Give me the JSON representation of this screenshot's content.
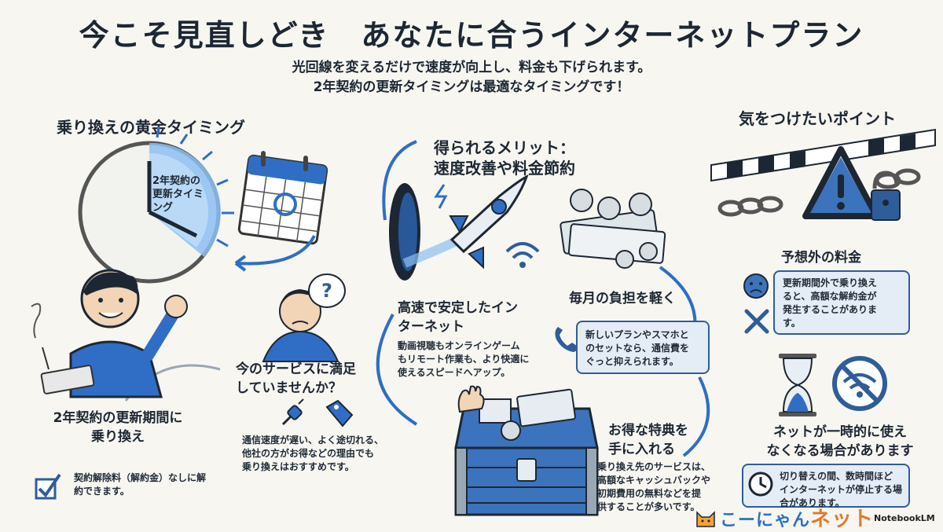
{
  "title": "今こそ見直しどき　あなたに合うインターネットプラン",
  "subtitle_lines": [
    "光回線を変えるだけで速度が向上し、料金も下げられます。",
    "2年契約の更新タイミングは最適なタイミングです！"
  ],
  "left": {
    "heading": "乗り換えの黄金タイミング",
    "clock_label": "2年契約の\n更新タイミ\nング",
    "q_mark": "?",
    "renewal_caption": "2年契約の更新期間に\n乗り換え",
    "dissatisfied_caption": "今のサービスに満足\nしていませんか？",
    "reason_text": "通信速度が遅い、よく途切れる、\n他社の方がお得などの理由でも\n乗り換えはおすすめです。",
    "check_text": "契約解除料（解約金）なしに解\n約できます。"
  },
  "center": {
    "heading": "得られるメリット：\n速度改善や料金節約",
    "speed_heading": "高速で安定したイン\nターネット",
    "speed_text": "動画視聴もオンラインゲーム\nもリモート作業も、より快適に\n使えるスピードへアップ。",
    "burden_heading": "毎月の負担を軽く",
    "burden_text": "新しいプランやスマホと\nのセットなら、通信費を\nぐっと抑えられます。",
    "perk_heading": "お得な特典を\n手に入れる",
    "perk_text": "乗り換え先のサービスは、\n高額なキャッシュバックや\n初期費用の無料などを提\n供することが多いです。"
  },
  "right": {
    "heading": "気をつけたいポイント",
    "fee_heading": "予想外の料金",
    "fee_text": "更新期間外で乗り換え\nると、高額な解約金が\n発生することがありま\nす。",
    "outage_heading": "ネットが一時的に使え\nなくなる場合があります",
    "outage_text": "切り替えの間、数時間ほど\nインターネットが停止する場\n合があります。"
  },
  "footer": {
    "brand_main": "こーにゃん",
    "brand_accent": "ネット",
    "notebooklm": "NotebookLM"
  },
  "colors": {
    "accent_blue": "#2f5d9a",
    "light_blue": "#4a90e2",
    "dark": "#1d2733",
    "card_bg": "#e4ecf6",
    "brand_orange": "#e07a2e"
  }
}
